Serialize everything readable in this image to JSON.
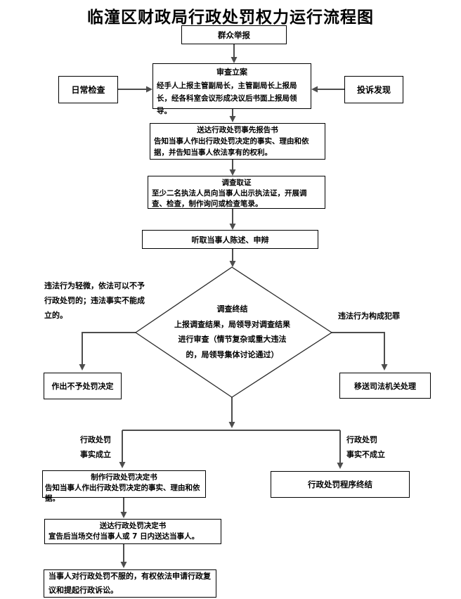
{
  "page": {
    "title": "临潼区财政局行政处罚权力运行流程图"
  },
  "nodes": {
    "public_report": {
      "label": "群众举报"
    },
    "daily_inspection": {
      "label": "日常检查"
    },
    "complaint_found": {
      "label": "投诉发现"
    },
    "review_filing": {
      "title": "审查立案",
      "body": "经手人上报主管副局长，主管副局长上报局长，经各科室会议形成决议后书面上报局领导。"
    },
    "serve_prior_report": {
      "title": "送达行政处罚事先报告书",
      "body": "告知当事人作出行政处罚决定的事实、理由和依据，并告知当事人依法享有的权利。"
    },
    "investigate": {
      "title": "调查取证",
      "body": "至少二名执法人员向当事人出示执法证，开展调查、检查，制作询问或检查笔录。"
    },
    "hear_statement": {
      "label": "听取当事人陈述、申辩"
    },
    "investigation_end": {
      "title": "调查终结",
      "body": "上报调查结果，局领导对调查结果进行审查（情节复杂或重大违法的，局领导集体讨论通过）"
    },
    "no_penalty": {
      "label": "作出不予处罚决定"
    },
    "transfer_judicial": {
      "label": "移送司法机关处理"
    },
    "make_decision": {
      "title": "制作行政处罚决定书",
      "body": "告知当事人作出行政处罚决定的事实、理由和依据。"
    },
    "procedure_end": {
      "label": "行政处罚程序终结"
    },
    "serve_decision": {
      "title": "送达行政处罚决定书",
      "body": "宣告后当场交付当事人或 7 日内送达当事人。"
    },
    "remedy": {
      "label": "当事人对行政处罚不服的，有权依法申请行政复议和提起行政诉讼。"
    }
  },
  "annotations": {
    "minor_violation": "违法行为轻微，依法可以不予行政处罚的；违法事实不能成立的。",
    "constitutes_crime": "违法行为构成犯罪",
    "facts_established": {
      "line1": "行政处罚",
      "line2": "事实成立"
    },
    "facts_not_established": {
      "line1": "行政处罚",
      "line2": "事实不成立"
    }
  },
  "colors": {
    "background": "#ffffff",
    "border": "#000000",
    "text": "#000000",
    "connector": "#4d4d4d"
  }
}
